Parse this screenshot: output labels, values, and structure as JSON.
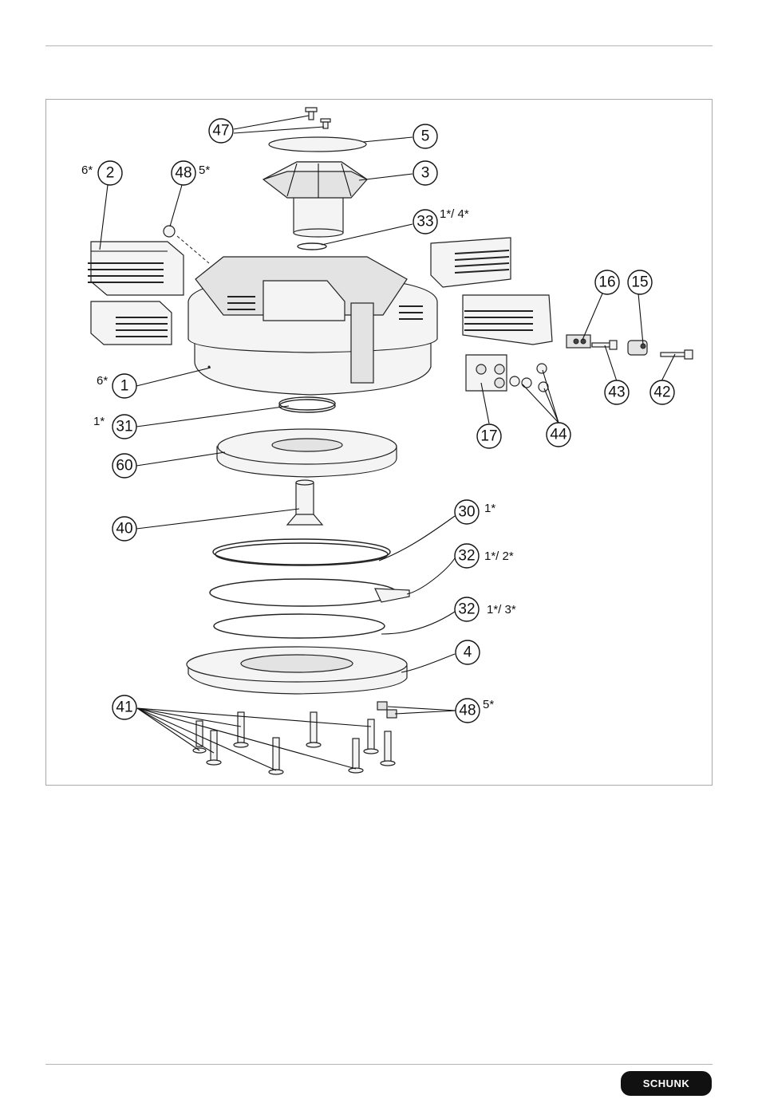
{
  "callouts": {
    "c47": "47",
    "c5": "5",
    "c2": "2",
    "c48a": "48",
    "c3": "3",
    "c33": "33",
    "c16": "16",
    "c15": "15",
    "c1": "1",
    "c43": "43",
    "c42": "42",
    "c17": "17",
    "c44": "44",
    "c31": "31",
    "c60": "60",
    "c40": "40",
    "c30": "30",
    "c32a": "32",
    "c32b": "32",
    "c4": "4",
    "c41": "41",
    "c48b": "48"
  },
  "notes": {
    "n2": "6*",
    "n48a": "5*",
    "n33": "1*/ 4*",
    "n1": "6*",
    "n31": "1*",
    "n30": "1*",
    "n32a": "1*/ 2*",
    "n32b": "1*/ 3*",
    "n48b": "5*"
  },
  "logo": {
    "text": "SCHUNK"
  },
  "colors": {
    "line": "#222222",
    "logo_bg": "#111111",
    "frame": "#a9a9a9"
  }
}
